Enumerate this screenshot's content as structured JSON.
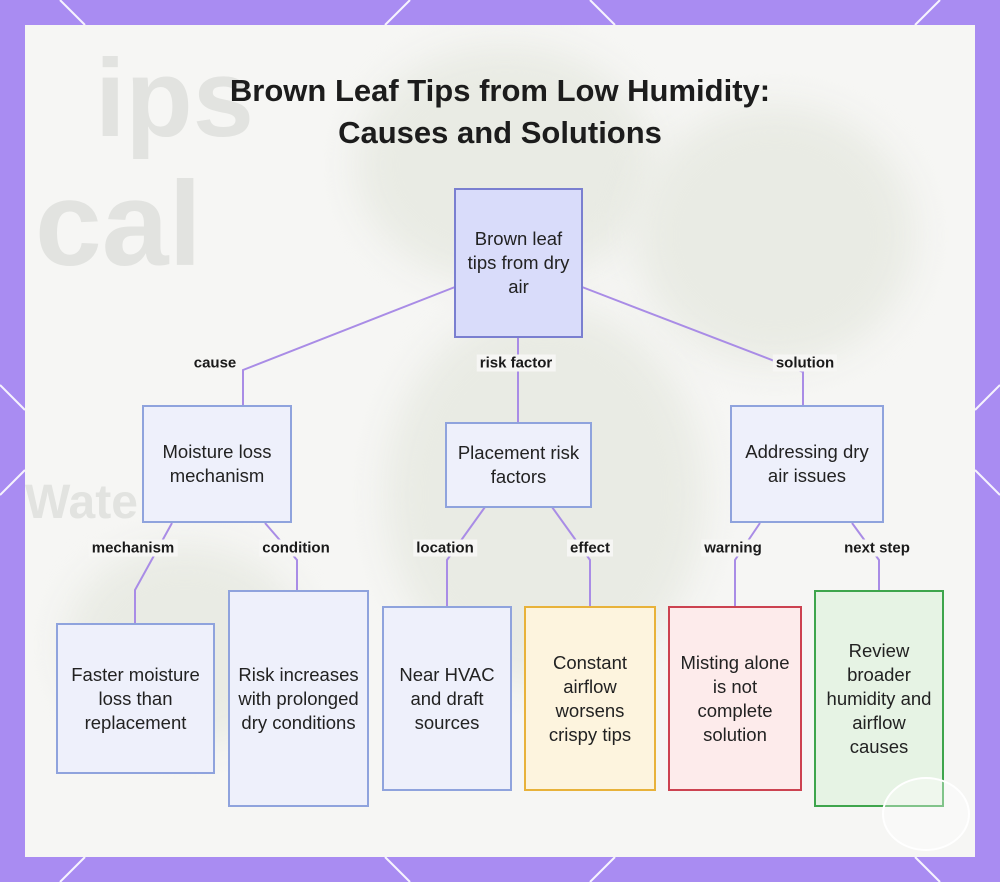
{
  "title": {
    "line1": "Brown Leaf Tips from Low Humidity:",
    "line2": "Causes and Solutions"
  },
  "colors": {
    "frame": "#a98cf2",
    "panel": "#f6f6f4",
    "connector": "#a98ce6",
    "root_fill": "#d9dcfa",
    "node_fill": "#eef0fb",
    "node_border": "#8fa3dd",
    "effect_border": "#e8b23a",
    "warning_border": "#cc4250",
    "next_step_border": "#3ea54c"
  },
  "nodes": {
    "root": "Brown leaf tips from dry air",
    "moisture_loss": "Moisture loss mechanism",
    "placement": "Placement risk factors",
    "addressing": "Addressing dry air issues",
    "faster_moisture": "Faster moisture loss than replacement",
    "risk_increases": "Risk increases with prolonged dry conditions",
    "near_hvac": "Near HVAC and draft sources",
    "constant_airflow": "Constant airflow worsens crispy tips",
    "misting_alone": "Misting alone is not complete solution",
    "review_broader": "Review broader humidity and airflow causes"
  },
  "edges": {
    "cause": "cause",
    "risk_factor": "risk factor",
    "solution": "solution",
    "mechanism": "mechanism",
    "condition": "condition",
    "location": "location",
    "effect": "effect",
    "warning": "warning",
    "next_step": "next step"
  }
}
